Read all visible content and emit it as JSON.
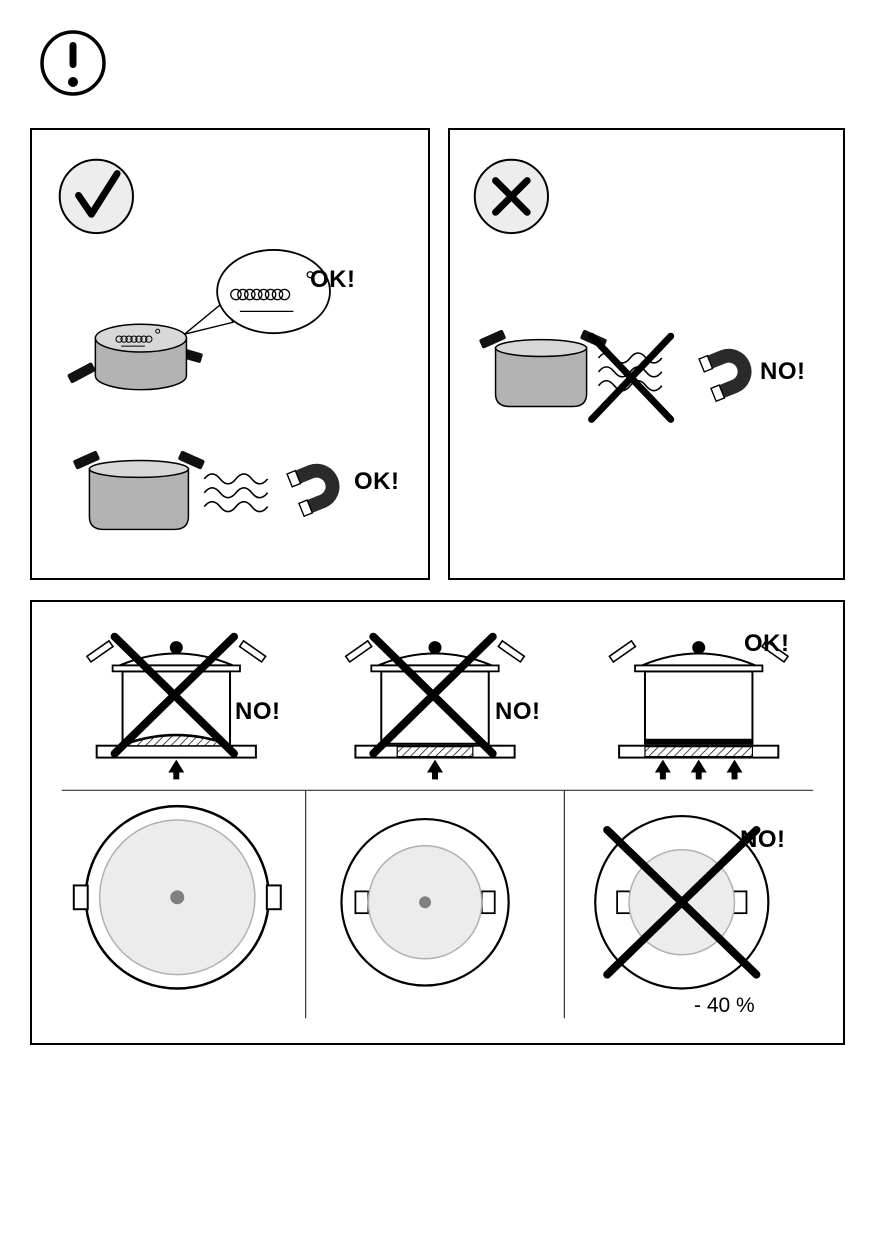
{
  "colors": {
    "pot_fill": "#b3b3b3",
    "pot_top": "#d8d8d8",
    "badge_fill": "#ededed",
    "zone_fill": "#ececec",
    "ink": "#000000"
  },
  "icons": {
    "warning": "exclamation-circle",
    "suitable": "check-circle",
    "unsuitable": "cross-circle",
    "coil": "induction-coil",
    "magnet": "horseshoe-magnet",
    "crossed_out": "x-cross"
  },
  "panels": {
    "suitable_cookware": {
      "coil_label": "OK!",
      "magnet_label": "OK!"
    },
    "unsuitable_cookware": {
      "magnet_label": "NO!"
    },
    "pan_placement": {
      "concave_bottom_label": "NO!",
      "small_contact_label": "NO!",
      "flat_bottom_label": "OK!"
    },
    "pan_size": {
      "too_small_label": "NO!",
      "efficiency_loss": "- 40 %"
    }
  }
}
